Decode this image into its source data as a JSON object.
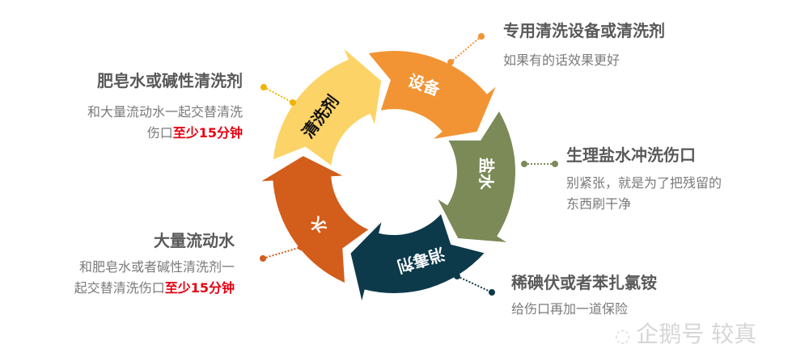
{
  "cycle": {
    "segments": [
      {
        "label": "清洗剂",
        "color": "#fcd367",
        "text_color": "#111111"
      },
      {
        "label": "设备",
        "color": "#f29433",
        "text_color": "#ffffff"
      },
      {
        "label": "盐水",
        "color": "#7b8a57",
        "text_color": "#ffffff"
      },
      {
        "label": "消毒剂",
        "color": "#0d3a4b",
        "text_color": "#ffffff"
      },
      {
        "label": "水",
        "color": "#d35d1a",
        "text_color": "#ffffff"
      }
    ]
  },
  "notes": {
    "equipment": {
      "title": "专用清洗设备或清洗剂",
      "lines": [
        "如果有的话效果更好"
      ]
    },
    "soap": {
      "title": "肥皂水或碱性清洗剂",
      "line1": "和大量流动水一起交替清洗",
      "line2_prefix": "伤口",
      "line2_highlight": "至少15分钟"
    },
    "saline": {
      "title": "生理盐水冲洗伤口",
      "lines": [
        "别紧张，就是为了把残留的",
        "东西刷干净"
      ]
    },
    "water": {
      "title": "大量流动水",
      "line1": "和肥皂水或者碱性清洗剂一",
      "line2_prefix": "起交替清洗伤口",
      "line2_highlight": "至少15分钟"
    },
    "disinfect": {
      "title": "稀碘伏或者苯扎氯铵",
      "lines": [
        "给伤口再加一道保险"
      ]
    }
  },
  "watermark": "企鹅号 较真"
}
